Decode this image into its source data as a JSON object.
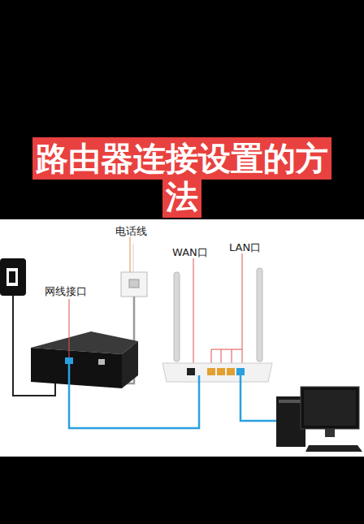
{
  "diagram": {
    "title": "路由器连接设置的方法",
    "labels": [
      "电话线",
      "WAN口",
      "LAN口",
      "网线接口"
    ]
  }
}
